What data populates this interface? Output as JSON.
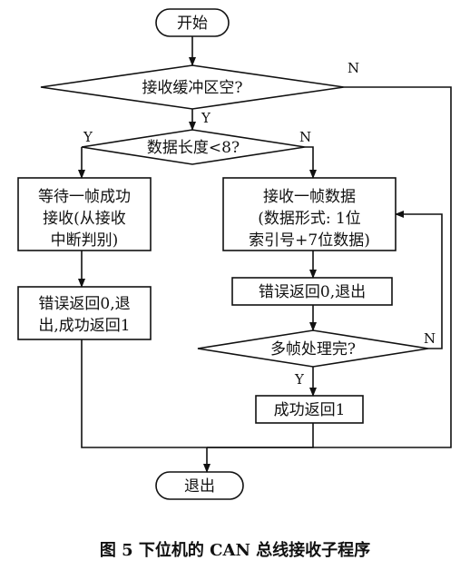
{
  "start": "开始",
  "end": "退出",
  "decision_buffer_empty": "接收缓冲区空?",
  "decision_length": "数据长度<8?",
  "decision_multi": "多帧处理完?",
  "box_wait_lines": [
    "等待一帧成功",
    "接收(从接收",
    "中断判别)"
  ],
  "box_receive_lines": [
    "接收一帧数据",
    "(数据形式: 1位",
    "索引号+7位数据)"
  ],
  "box_error_left_lines": [
    "错误返回0,退",
    "出,成功返回1"
  ],
  "box_error_right": "错误返回0,退出",
  "box_success": "成功返回1",
  "yes": "Y",
  "no": "N",
  "caption": "图 5  下位机的 CAN 总线接收子程序"
}
